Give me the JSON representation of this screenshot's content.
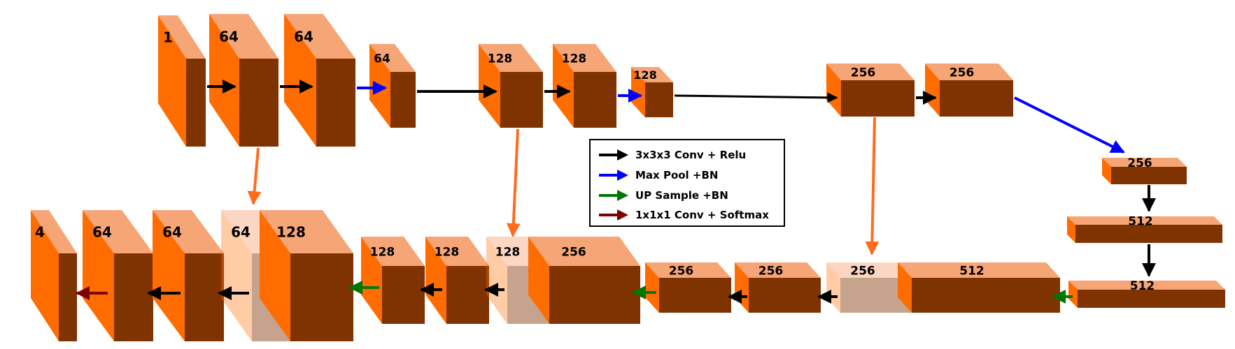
{
  "colors": {
    "front": "#7f3300",
    "top": "#f6a577",
    "side": "#ff6c00",
    "conv_arrow": "#000000",
    "pool_arrow": "#0000ff",
    "up_arrow": "#007700",
    "softmax_arrow": "#7f0000",
    "skip_arrow": "#ff6c1e"
  },
  "encoder": {
    "blocks": [
      "1",
      "64",
      "64",
      "64",
      "128",
      "128",
      "128",
      "256",
      "256"
    ]
  },
  "bottleneck": {
    "blocks": [
      "256",
      "512",
      "512"
    ]
  },
  "decoder": {
    "blocks": [
      "4",
      "64",
      "64",
      "64",
      "128",
      "128",
      "128",
      "128",
      "256",
      "256",
      "256",
      "256",
      "512"
    ]
  },
  "legend": {
    "items": [
      {
        "label": "3x3x3 Conv + Relu",
        "icon": "black-arrow-icon",
        "color": "#000000"
      },
      {
        "label": "Max Pool +BN",
        "icon": "blue-arrow-icon",
        "color": "#0000ff"
      },
      {
        "label": "UP Sample +BN",
        "icon": "green-arrow-icon",
        "color": "#007700"
      },
      {
        "label": "1x1x1 Conv + Softmax",
        "icon": "darkred-arrow-icon",
        "color": "#7f0000"
      }
    ]
  }
}
